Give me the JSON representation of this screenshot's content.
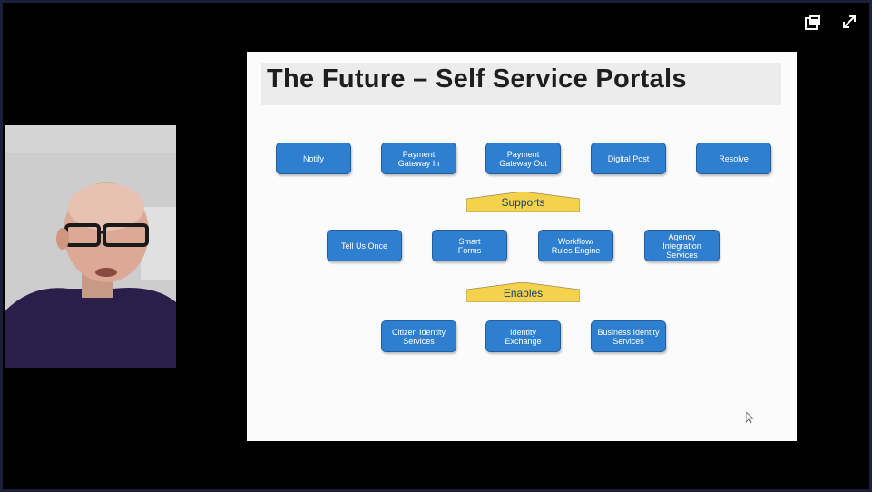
{
  "controls": {
    "popout_icon": "popout-icon",
    "fullscreen_icon": "fullscreen-expand-icon"
  },
  "slide": {
    "title": "The Future – Self Service Portals",
    "row1": [
      "Notify",
      "Payment\nGateway In",
      "Payment\nGateway Out",
      "Digital Post",
      "Resolve"
    ],
    "supports_label": "Supports",
    "row2": [
      "Tell Us Once",
      "Smart\nForms",
      "Workflow/\nRules Engine",
      "Agency\nIntegration\nServices"
    ],
    "enables_label": "Enables",
    "row3": [
      "Citizen Identity\nServices",
      "Identity\nExchange",
      "Business Identity\nServices"
    ]
  },
  "colors": {
    "box": "#2f7fd0",
    "arrow": "#f4d24b"
  }
}
